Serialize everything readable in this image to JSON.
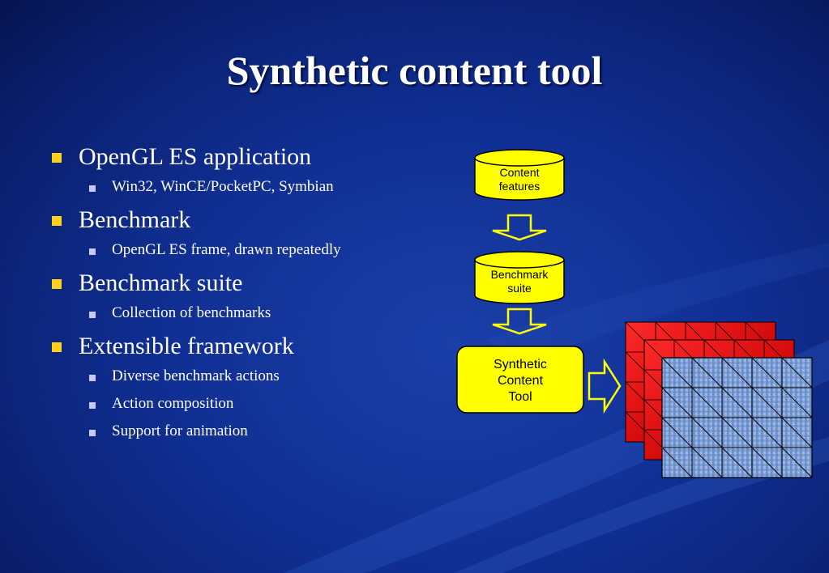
{
  "slide": {
    "title": "Synthetic content tool",
    "bullets": [
      {
        "text": "OpenGL ES application",
        "subs": [
          "Win32, WinCE/PocketPC, Symbian"
        ]
      },
      {
        "text": "Benchmark",
        "subs": [
          "OpenGL ES frame, drawn repeatedly"
        ]
      },
      {
        "text": "Benchmark suite",
        "subs": [
          "Collection of benchmarks"
        ]
      },
      {
        "text": "Extensible framework",
        "subs": [
          "Diverse benchmark actions",
          "Action composition",
          "Support for animation"
        ]
      }
    ]
  },
  "diagram": {
    "db1": {
      "line1": "Content",
      "line2": "features"
    },
    "db2": {
      "line1": "Benchmark",
      "line2": "suite"
    },
    "tool": {
      "line1": "Synthetic",
      "line2": "Content",
      "line3": "Tool"
    }
  },
  "colors": {
    "background": "#102f93",
    "title": "#ffffff",
    "bullet_marker": "#ffd21a",
    "sub_marker": "#c8c8ff",
    "shape_fill": "#ffff00",
    "red_grid": "#e01010",
    "blue_grid": "#7fa1d8"
  }
}
